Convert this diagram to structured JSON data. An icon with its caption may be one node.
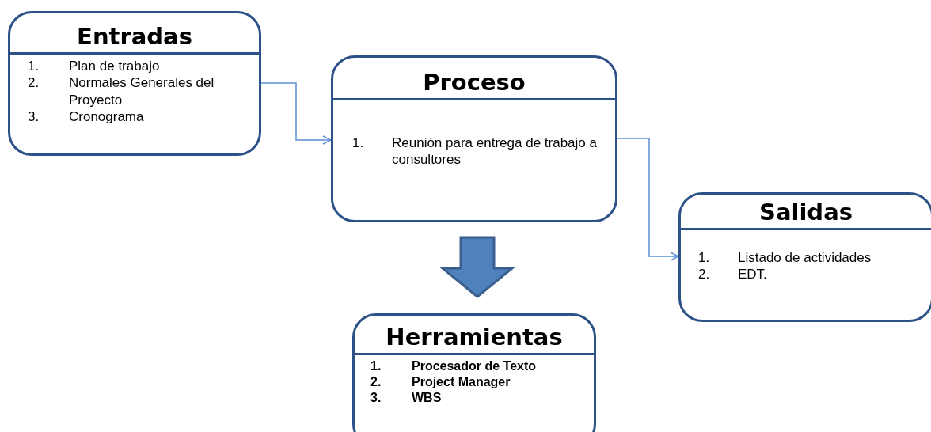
{
  "diagram": {
    "nodes": [
      {
        "text": [
          "Entradas",
          "1.",
          "Plan de trabajo",
          "2.",
          "Normales Generales del Proyecto",
          "3.",
          "Cronograma"
        ]
      },
      {
        "text": [
          "Proceso",
          "1.",
          "Reunión para entrega de trabajo a consultores"
        ]
      },
      {
        "text": [
          "Salidas",
          "1.",
          "Listado de actividades",
          "2.",
          "EDT."
        ]
      },
      {
        "text": [
          "Herramientas",
          "1.",
          "Procesador de Texto",
          "2.",
          "Project Manager",
          "3.",
          "WBS"
        ]
      }
    ],
    "edges": [
      {
        "from": 0,
        "to": 1,
        "arrow": "to"
      },
      {
        "from": 1,
        "to": 2,
        "arrow": "to"
      },
      {
        "from": 1,
        "to": 3,
        "arrow": "to",
        "style": "thick"
      }
    ]
  }
}
